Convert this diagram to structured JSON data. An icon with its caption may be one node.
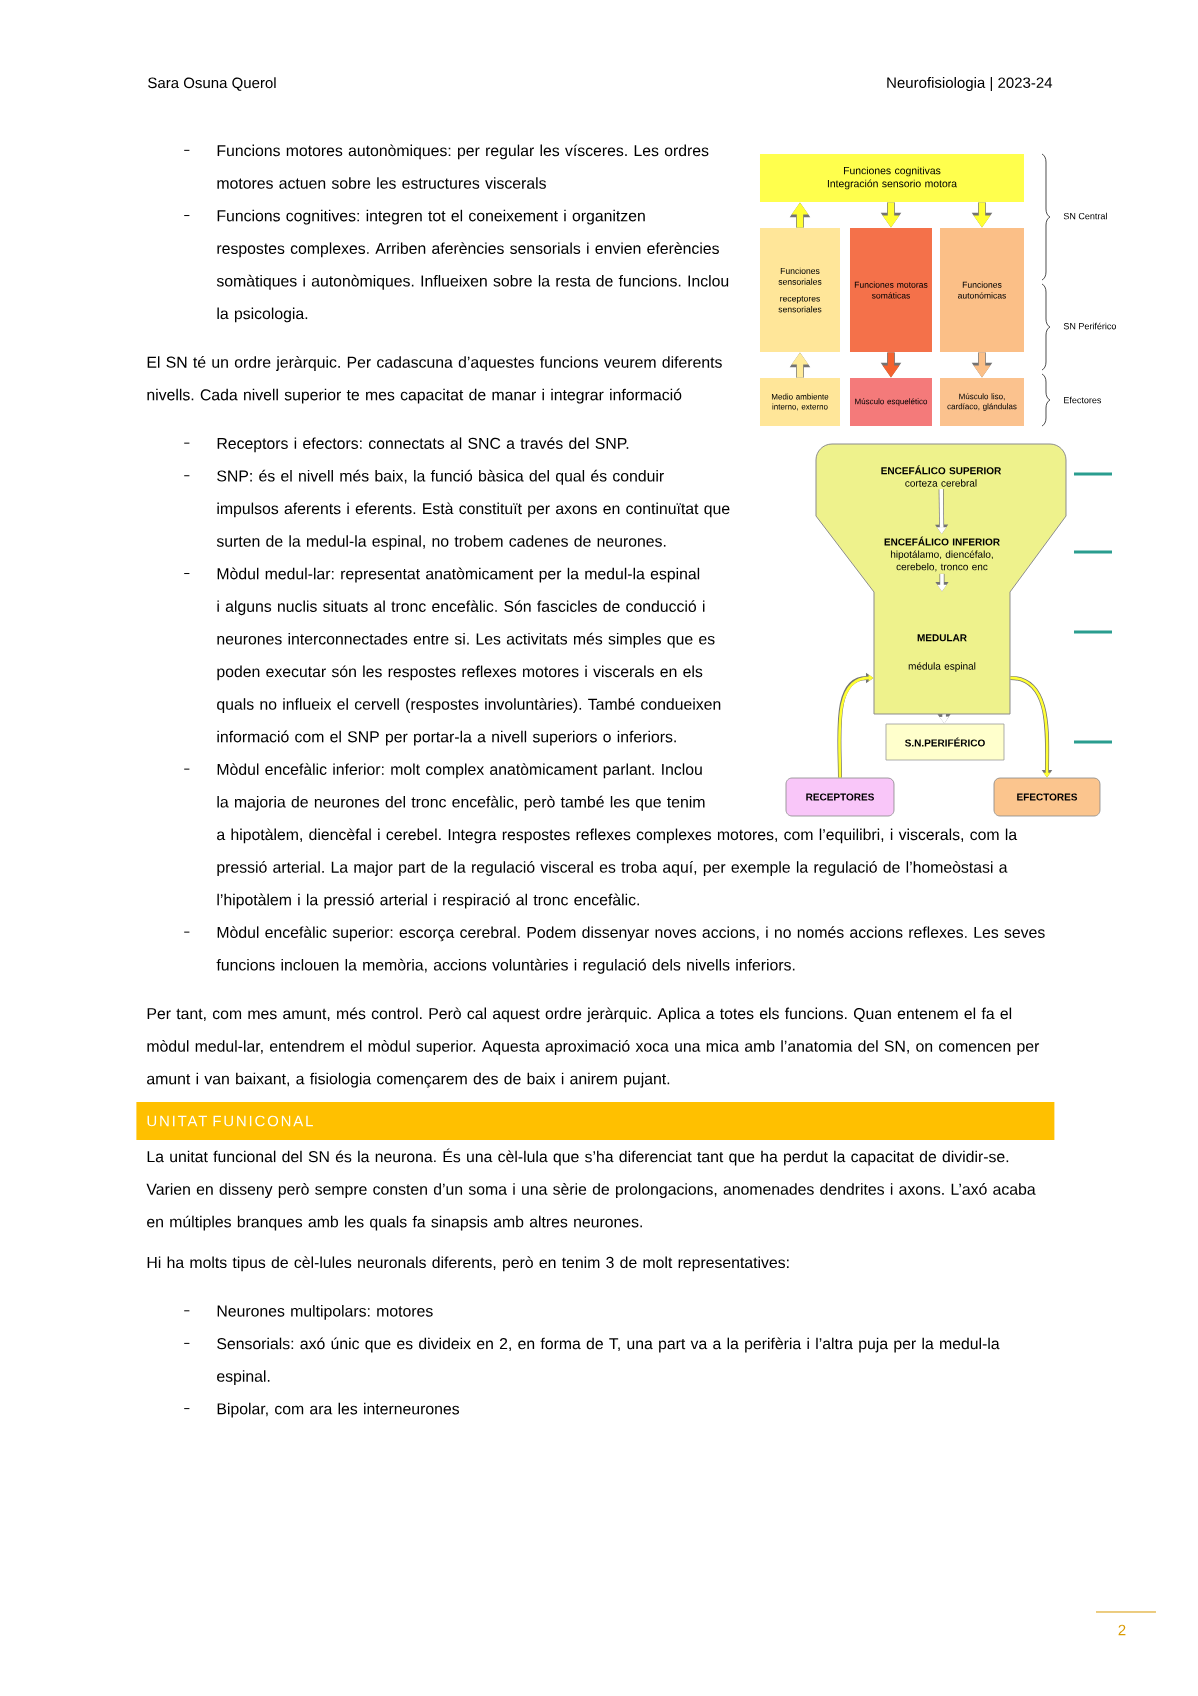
{
  "diagram": {
    "nodes": [
      {
        "text": [
          "Funciones cognitivas",
          "Integración sensorio motora"
        ]
      },
      {
        "text": [
          "Funciones sensoriales",
          "receptores sensoriales"
        ]
      },
      {
        "text": [
          "Funciones motoras somáticas"
        ]
      },
      {
        "text": [
          "Funciones autonómicas"
        ]
      },
      {
        "text": [
          "Medio ambiente interno, externo"
        ]
      },
      {
        "text": [
          "Músculo esquelético"
        ]
      },
      {
        "text": [
          "Músculo liso, cardíaco, glándulas"
        ]
      },
      {
        "text": [
          "ENCEFÁLICO SUPERIOR",
          "corteza cerebral"
        ]
      },
      {
        "text": [
          "ENCEFÁLICO INFERIOR",
          "hipotálamo, diencéfalo, cerebelo, tronco enc"
        ]
      },
      {
        "text": [
          "MEDULAR",
          "médula espinal"
        ]
      },
      {
        "text": [
          "S.N.PERIFÉRICO"
        ]
      },
      {
        "text": [
          "RECEPTORES"
        ]
      },
      {
        "text": [
          "EFECTORES"
        ]
      }
    ],
    "edges": [
      {
        "from": 1,
        "to": 0,
        "arrow": "to"
      },
      {
        "from": 0,
        "to": 2,
        "arrow": "to"
      },
      {
        "from": 0,
        "to": 3,
        "arrow": "to"
      },
      {
        "from": 4,
        "to": 1,
        "arrow": "to",
        "color": "#ffeb99"
      },
      {
        "from": 2,
        "to": 5,
        "arrow": "to",
        "color": "#f4622f"
      },
      {
        "from": 3,
        "to": 6,
        "arrow": "to",
        "color": "#fbbf87"
      },
      {
        "from": 7,
        "to": 8,
        "arrow": "to",
        "color": "#ffffff"
      },
      {
        "from": 8,
        "to": 9,
        "arrow": "to",
        "color": "#ffffff"
      },
      {
        "from": 9,
        "to": 10,
        "arrow": "to",
        "color": "#ffffff"
      },
      {
        "from": 11,
        "to": 9,
        "arrow": "to"
      },
      {
        "from": 9,
        "to": 12,
        "arrow": "to"
      }
    ],
    "labels": [
      "Sara Osuna Querol",
      "Neurofisiologia | 2023-24",
      "SN Central",
      "SN Periférico",
      "Efectores",
      "Funcions motores autonòmiques: per regular les vísceres. Les ordres motores actuen sobre les estructures viscerals",
      "Funcions cognitives: integren tot el coneixement i organitzen respostes complexes. Arriben aferències sensorials i envien eferències somàtiques i autonòmiques. Influeixen sobre la resta de funcions. Inclou la psicologia.",
      "El SN té un ordre jeràrquic. Per cadascuna d’aquestes funcions veurem diferents nivells. Cada nivell superior te mes capacitat de manar i integrar informació",
      "Receptors i efectors: connectats al SNC a través del SNP.",
      "SNP: és el nivell més baix, la funció bàsica del qual és conduir impulsos aferents i eferents. Està constituït per axons en continuïtat que surten de la medul-la espinal, no trobem cadenes de neurones.",
      "Mòdul medul-lar: representat anatòmicament per la medul-la espinal i alguns nuclis situats al tronc encefàlic. Són fascicles de conducció i neurones interconnectades entre si. Les activitats més simples que es poden executar són les respostes reflexes motores i viscerals en els quals no influeix el cervell (respostes involuntàries). També condueixen informació com el SNP per portar-la a nivell superiors o inferiors.",
      "Mòdul encefàlic inferior: molt complex anatòmicament parlant. Inclou la majoria de neurones del tronc encefàlic, però també les que tenim a hipotàlem, diencèfal i cerebel. Integra respostes reflexes complexes motores, com l’equilibri, i viscerals, com la pressió arterial. La major part de la regulació visceral es troba aquí, per exemple la regulació de l’homeòstasi a l’hipotàlem i la pressió arterial i respiració al tronc encefàlic.",
      "Mòdul encefàlic superior: escorça cerebral. Podem dissenyar noves accions, i no només accions reflexes. Les seves funcions inclouen la memòria, accions voluntàries i regulació dels nivells inferiors.",
      "Per tant, com mes amunt, més control. Però cal aquest ordre jeràrquic. Aplica a totes els funcions. Quan entenem el fa el mòdul medul-lar, entendrem el mòdul superior. Aquesta aproximació xoca una mica amb l’anatomia del SN, on comencen per amunt i van baixant, a fisiologia començarem des de baix i anirem pujant.",
      "UNITAT FUNICONAL",
      "La unitat funcional del SN és la neurona. És una cèl-lula que s’ha diferenciat tant que ha perdut la capacitat de dividir-se. Varien en disseny però sempre consten d’un soma i una sèrie de prolongacions, anomenades dendrites i axons. L’axó acaba en múltiples branques amb les quals fa sinapsis amb altres neurones.",
      "Hi ha molts tipus de cèl-lules neuronals diferents, però en tenim 3 de molt representatives:",
      "Neurones multipolars: motores",
      "Sensorials: axó únic que es divideix en 2, en forma de T, una part va a la perifèria i l’altra puja per la medul-la espinal.",
      "Bipolar, com ara les interneurones",
      "2"
    ]
  }
}
